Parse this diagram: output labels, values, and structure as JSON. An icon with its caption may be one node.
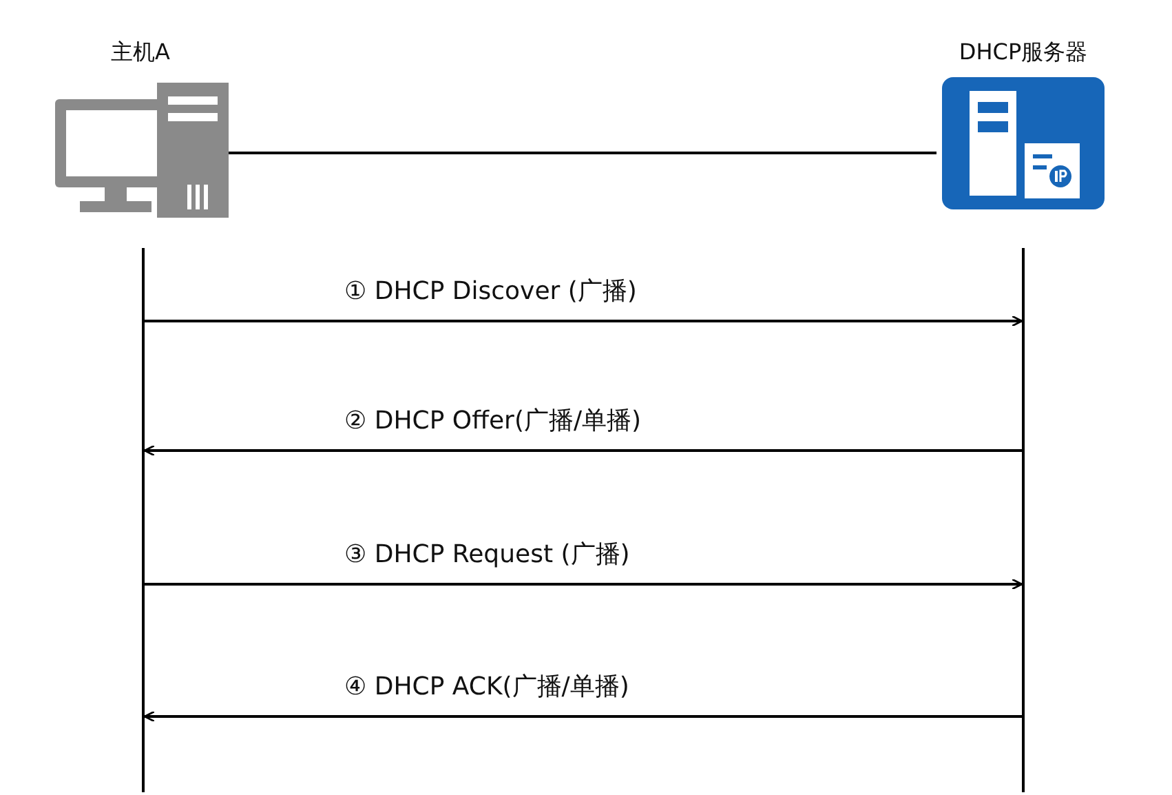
{
  "diagram": {
    "nodes": [
      {
        "text": [
          "主机A"
        ]
      },
      {
        "text": [
          "DHCP服务器"
        ]
      },
      {
        "text": [],
        "shape": "bar"
      },
      {
        "text": [],
        "shape": "bar"
      }
    ],
    "edges": [
      {
        "from": 0,
        "to": 1,
        "arrow": "none"
      },
      {
        "from": 2,
        "to": 3,
        "arrow": "to",
        "label": "① DHCP Discover (广播)"
      },
      {
        "from": 3,
        "to": 2,
        "arrow": "to",
        "label": "② DHCP Offer(广播/单播)"
      },
      {
        "from": 2,
        "to": 3,
        "arrow": "to",
        "label": "③ DHCP Request (广播)"
      },
      {
        "from": 3,
        "to": 2,
        "arrow": "to",
        "label": "④ DHCP ACK(广播/单播)"
      }
    ]
  }
}
